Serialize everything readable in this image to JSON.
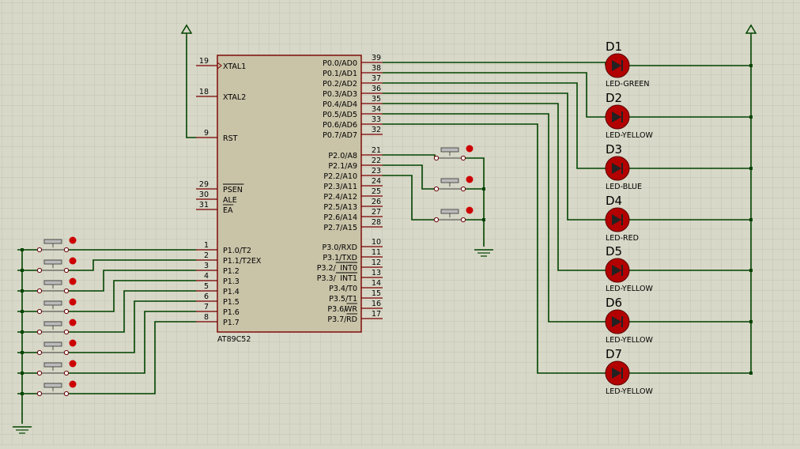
{
  "chip": {
    "part": "AT89C52",
    "left_pins": [
      {
        "num": "19",
        "name": "XTAL1",
        "clock": true
      },
      {
        "num": "18",
        "name": "XTAL2"
      },
      {
        "num": "9",
        "name": "RST"
      },
      {
        "num": "29",
        "name": "PSEN",
        "overbar": true
      },
      {
        "num": "30",
        "name": "ALE"
      },
      {
        "num": "31",
        "name": "EA",
        "overbar": true
      },
      {
        "num": "1",
        "name": "P1.0/T2"
      },
      {
        "num": "2",
        "name": "P1.1/T2EX"
      },
      {
        "num": "3",
        "name": "P1.2"
      },
      {
        "num": "4",
        "name": "P1.3"
      },
      {
        "num": "5",
        "name": "P1.4"
      },
      {
        "num": "6",
        "name": "P1.5"
      },
      {
        "num": "7",
        "name": "P1.6"
      },
      {
        "num": "8",
        "name": "P1.7"
      }
    ],
    "right_pins": [
      {
        "num": "39",
        "name": "P0.0/AD0"
      },
      {
        "num": "38",
        "name": "P0.1/AD1"
      },
      {
        "num": "37",
        "name": "P0.2/AD2"
      },
      {
        "num": "36",
        "name": "P0.3/AD3"
      },
      {
        "num": "35",
        "name": "P0.4/AD4"
      },
      {
        "num": "34",
        "name": "P0.5/AD5"
      },
      {
        "num": "33",
        "name": "P0.6/AD6"
      },
      {
        "num": "32",
        "name": "P0.7/AD7"
      },
      {
        "num": "21",
        "name": "P2.0/A8"
      },
      {
        "num": "22",
        "name": "P2.1/A9"
      },
      {
        "num": "23",
        "name": "P2.2/A10"
      },
      {
        "num": "24",
        "name": "P2.3/A11"
      },
      {
        "num": "25",
        "name": "P2.4/A12"
      },
      {
        "num": "26",
        "name": "P2.5/A13"
      },
      {
        "num": "27",
        "name": "P2.6/A14"
      },
      {
        "num": "28",
        "name": "P2.7/A15"
      },
      {
        "num": "10",
        "name": "P3.0/RXD"
      },
      {
        "num": "11",
        "name": "P3.1/TXD"
      },
      {
        "num": "12",
        "name": "P3.2/",
        "bar_suffix": "INT0"
      },
      {
        "num": "13",
        "name": "P3.3/",
        "bar_suffix": "INT1"
      },
      {
        "num": "14",
        "name": "P3.4/T0"
      },
      {
        "num": "15",
        "name": "P3.5/T1"
      },
      {
        "num": "16",
        "name": "P3.6/",
        "bar_suffix": "WR"
      },
      {
        "num": "17",
        "name": "P3.7/",
        "bar_suffix": "RD"
      }
    ]
  },
  "leds": [
    {
      "ref": "D1",
      "type": "LED-GREEN"
    },
    {
      "ref": "D2",
      "type": "LED-YELLOW"
    },
    {
      "ref": "D3",
      "type": "LED-BLUE"
    },
    {
      "ref": "D4",
      "type": "LED-RED"
    },
    {
      "ref": "D5",
      "type": "LED-YELLOW"
    },
    {
      "ref": "D6",
      "type": "LED-YELLOW"
    },
    {
      "ref": "D7",
      "type": "LED-YELLOW"
    }
  ],
  "colors": {
    "background": "#d8d8c8",
    "grid": "#c4c4b4",
    "wire": "#004400",
    "chip_fill": "#c9c3a8",
    "chip_stroke": "#7a0000",
    "pin_line": "#7a0000",
    "led_fill": "#b30000",
    "button_dot": "#cc0000"
  },
  "icons": {
    "power": "power-terminal-icon",
    "ground": "ground-terminal-icon",
    "button": "push-button-icon",
    "led": "led-diode-icon"
  }
}
